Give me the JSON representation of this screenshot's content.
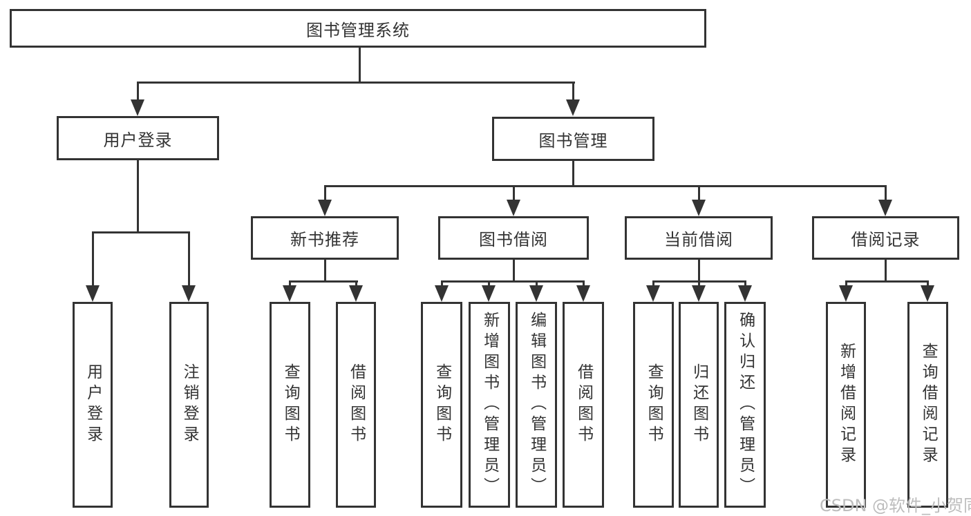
{
  "diagram": {
    "root": "图书管理系统",
    "level2": [
      {
        "label": "用户登录",
        "children": [
          "用户登录",
          "注销登录"
        ]
      },
      {
        "label": "图书管理",
        "groups": [
          {
            "label": "新书推荐",
            "children": [
              "查询图书",
              "借阅图书"
            ]
          },
          {
            "label": "图书借阅",
            "children": [
              "查询图书",
              "新增图书（管理员）",
              "编辑图书（管理员）",
              "借阅图书"
            ]
          },
          {
            "label": "当前借阅",
            "children": [
              "查询图书",
              "归还图书",
              "确认归还（管理员）"
            ]
          },
          {
            "label": "借阅记录",
            "children": [
              "新增借阅记录",
              "查询借阅记录"
            ]
          }
        ]
      }
    ]
  },
  "watermark": "CSDN @软件_小贺同学",
  "colors": {
    "line": "#333333",
    "text": "#333333",
    "watermark": "#bdbdbd",
    "background": "#ffffff"
  }
}
